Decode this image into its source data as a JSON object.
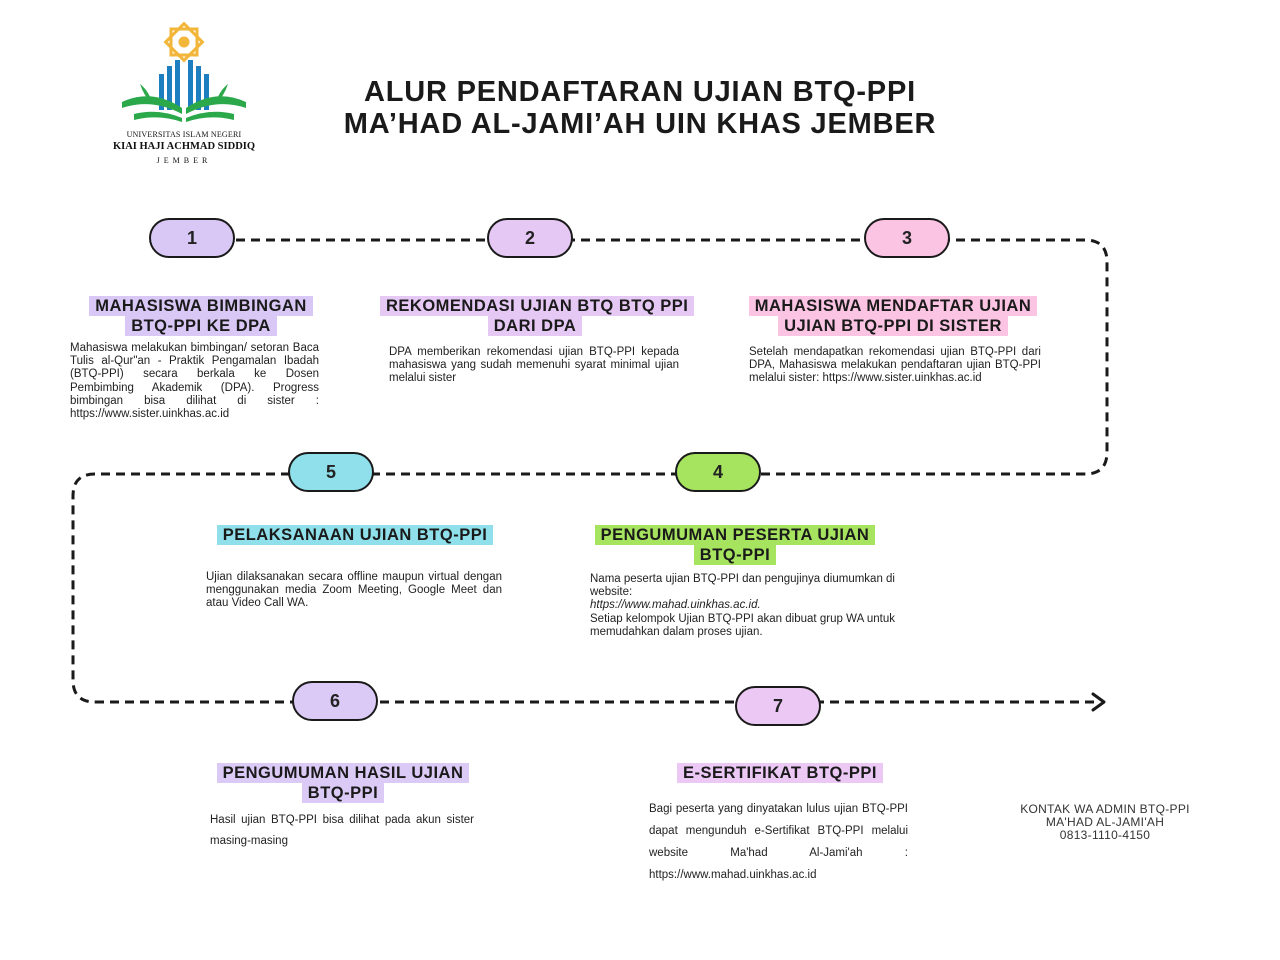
{
  "logo": {
    "line1": "UNIVERSITAS ISLAM NEGERI",
    "line2": "KIAI HAJI ACHMAD SIDDIQ",
    "line3": "JEMBER"
  },
  "title": {
    "line1": "ALUR PENDAFTARAN UJIAN BTQ-PPI",
    "line2": "MA’HAD AL-JAMI’AH UIN KHAS JEMBER"
  },
  "colors": {
    "step1": "#d9c8f5",
    "step2": "#e6c8f5",
    "step3": "#fbc4e3",
    "step4": "#a6e35e",
    "step5": "#8fe0ea",
    "step6": "#dccaf6",
    "step7": "#ecc8f5",
    "line": "#1a1a1a"
  },
  "steps": [
    {
      "number": "1",
      "heading": "MAHASISWA BIMBINGAN BTQ-PPI KE DPA",
      "description": "Mahasiswa melakukan bimbingan/ setoran Baca Tulis al-Qur\"an - Praktik Pengamalan Ibadah (BTQ-PPI) secara berkala ke Dosen Pembimbing Akademik (DPA). Progress bimbingan bisa dilihat di sister : https://www.sister.uinkhas.ac.id"
    },
    {
      "number": "2",
      "heading": "REKOMENDASI UJIAN BTQ BTQ PPI DARI DPA",
      "description": "DPA memberikan rekomendasi ujian BTQ-PPI kepada mahasiswa yang sudah memenuhi syarat minimal ujian melalui sister"
    },
    {
      "number": "3",
      "heading": "MAHASISWA MENDAFTAR UJIAN UJIAN BTQ-PPI DI SISTER",
      "description": "Setelah mendapatkan rekomendasi ujian BTQ-PPI dari DPA, Mahasiswa melakukan pendaftaran ujian BTQ-PPI melalui sister: https://www.sister.uinkhas.ac.id"
    },
    {
      "number": "4",
      "heading": "PENGUMUMAN PESERTA UJIAN BTQ-PPI",
      "description_line1": "Nama peserta ujian BTQ-PPI dan pengujinya diumumkan di website:",
      "description_link": "https://www.mahad.uinkhas.ac.id.",
      "description_line2": "Setiap kelompok Ujian BTQ-PPI akan dibuat grup WA untuk memudahkan dalam proses ujian."
    },
    {
      "number": "5",
      "heading": "PELAKSANAAN UJIAN BTQ-PPI",
      "description": "Ujian dilaksanakan secara offline maupun virtual dengan menggunakan media Zoom Meeting, Google Meet dan atau Video Call WA."
    },
    {
      "number": "6",
      "heading": "PENGUMUMAN HASIL UJIAN BTQ-PPI",
      "description": "Hasil ujian BTQ-PPI bisa dilihat pada akun sister masing-masing"
    },
    {
      "number": "7",
      "heading": "E-SERTIFIKAT BTQ-PPI",
      "description": "Bagi peserta yang dinyatakan lulus ujian BTQ-PPI dapat mengunduh e-Sertifikat BTQ-PPI melalui website Ma'had Al-Jami'ah : https://www.mahad.uinkhas.ac.id"
    }
  ],
  "contact": {
    "line1": "KONTAK WA ADMIN BTQ-PPI",
    "line2": "MA'HAD AL-JAMI'AH",
    "line3": "0813-1110-4150"
  }
}
